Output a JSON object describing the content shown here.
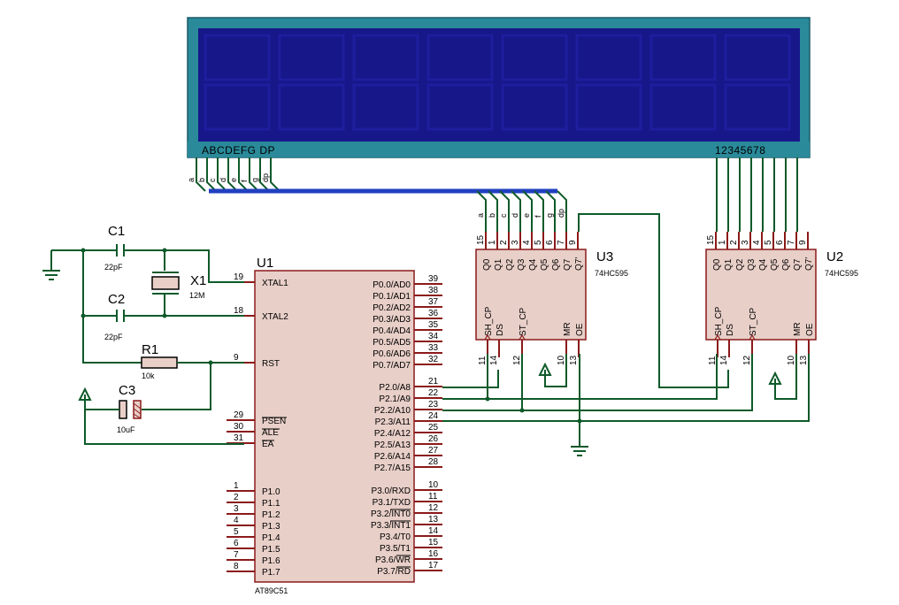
{
  "lcd": {
    "segment_label": "ABCDEFG DP",
    "digit_label": "12345678",
    "bus_pins": [
      "a",
      "b",
      "c",
      "d",
      "e",
      "f",
      "g",
      "dp"
    ],
    "colors": {
      "frame": "#2a8a9a",
      "screen": "#17178a",
      "cell": "#1e1e9e"
    }
  },
  "u1": {
    "ref": "U1",
    "part": "AT89C51",
    "left_pins": [
      {
        "num": "19",
        "name": "XTAL1"
      },
      {
        "num": "18",
        "name": "XTAL2"
      },
      {
        "num": "9",
        "name": "RST"
      },
      {
        "num": "29",
        "name": "PSEN"
      },
      {
        "num": "30",
        "name": "ALE"
      },
      {
        "num": "31",
        "name": "EA"
      },
      {
        "num": "1",
        "name": "P1.0"
      },
      {
        "num": "2",
        "name": "P1.1"
      },
      {
        "num": "3",
        "name": "P1.2"
      },
      {
        "num": "4",
        "name": "P1.3"
      },
      {
        "num": "5",
        "name": "P1.4"
      },
      {
        "num": "6",
        "name": "P1.5"
      },
      {
        "num": "7",
        "name": "P1.6"
      },
      {
        "num": "8",
        "name": "P1.7"
      }
    ],
    "right_pins": [
      {
        "num": "39",
        "name": "P0.0/AD0"
      },
      {
        "num": "38",
        "name": "P0.1/AD1"
      },
      {
        "num": "37",
        "name": "P0.2/AD2"
      },
      {
        "num": "36",
        "name": "P0.3/AD3"
      },
      {
        "num": "35",
        "name": "P0.4/AD4"
      },
      {
        "num": "34",
        "name": "P0.5/AD5"
      },
      {
        "num": "33",
        "name": "P0.6/AD6"
      },
      {
        "num": "32",
        "name": "P0.7/AD7"
      },
      {
        "num": "21",
        "name": "P2.0/A8"
      },
      {
        "num": "22",
        "name": "P2.1/A9"
      },
      {
        "num": "23",
        "name": "P2.2/A10"
      },
      {
        "num": "24",
        "name": "P2.3/A11"
      },
      {
        "num": "25",
        "name": "P2.4/A12"
      },
      {
        "num": "26",
        "name": "P2.5/A13"
      },
      {
        "num": "27",
        "name": "P2.6/A14"
      },
      {
        "num": "28",
        "name": "P2.7/A15"
      },
      {
        "num": "10",
        "name": "P3.0/RXD"
      },
      {
        "num": "11",
        "name": "P3.1/TXD"
      },
      {
        "num": "12",
        "name": "P3.2/INT0"
      },
      {
        "num": "13",
        "name": "P3.3/INT1"
      },
      {
        "num": "14",
        "name": "P3.4/T0"
      },
      {
        "num": "15",
        "name": "P3.5/T1"
      },
      {
        "num": "16",
        "name": "P3.6/WR"
      },
      {
        "num": "17",
        "name": "P3.7/RD"
      }
    ]
  },
  "shift_registers": [
    {
      "ref": "U3",
      "part": "74HC595"
    },
    {
      "ref": "U2",
      "part": "74HC595"
    }
  ],
  "sr_pins": {
    "top_nums": [
      "15",
      "1",
      "2",
      "3",
      "4",
      "5",
      "6",
      "7",
      "9"
    ],
    "top_names": [
      "Q0",
      "Q1",
      "Q2",
      "Q3",
      "Q4",
      "Q5",
      "Q6",
      "Q7",
      "Q7'"
    ],
    "bottom_names": [
      "SH_CP",
      "DS",
      "ST_CP",
      "MR",
      "OE"
    ],
    "bottom_nums": [
      "11",
      "14",
      "12",
      "10",
      "13"
    ]
  },
  "passives": {
    "c1": {
      "ref": "C1",
      "value": "22pF"
    },
    "c2": {
      "ref": "C2",
      "value": "22pF"
    },
    "x1": {
      "ref": "X1",
      "value": "12M"
    },
    "r1": {
      "ref": "R1",
      "value": "10k"
    },
    "c3": {
      "ref": "C3",
      "value": "10uF"
    }
  }
}
